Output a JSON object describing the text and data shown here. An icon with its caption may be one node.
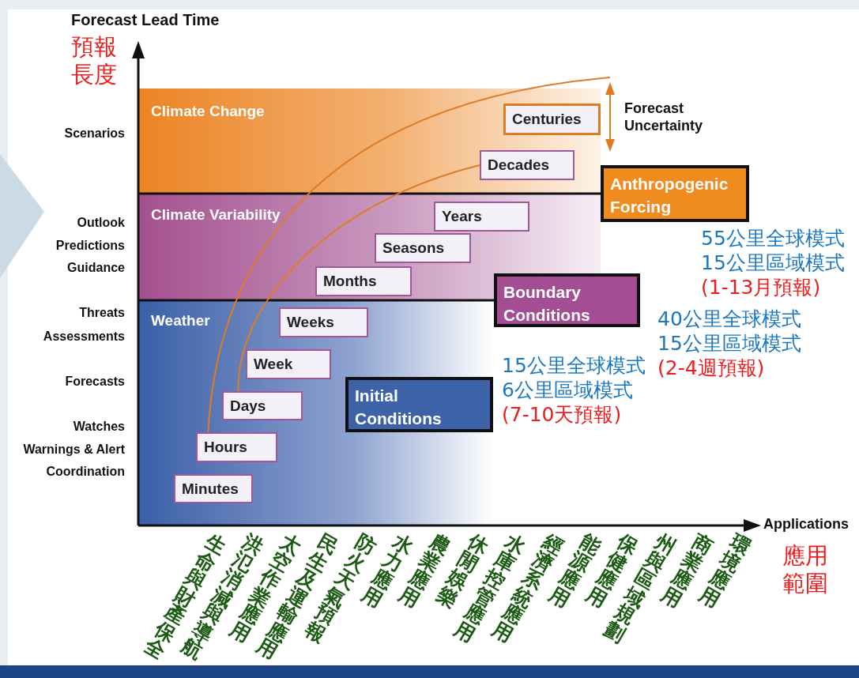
{
  "diagram": {
    "nodes": [
      {
        "text": [
          "Climate Change"
        ]
      },
      {
        "text": [
          "Climate Variability"
        ]
      },
      {
        "text": [
          "Weather"
        ]
      },
      {
        "text": [
          "Minutes"
        ],
        "in": 2
      },
      {
        "text": [
          "Hours"
        ],
        "in": 2
      },
      {
        "text": [
          "Days"
        ],
        "in": 2
      },
      {
        "text": [
          "Week"
        ],
        "in": 2
      },
      {
        "text": [
          "Weeks"
        ],
        "in": 2
      },
      {
        "text": [
          "Months"
        ],
        "in": 1
      },
      {
        "text": [
          "Seasons"
        ],
        "in": 1
      },
      {
        "text": [
          "Years"
        ],
        "in": 1
      },
      {
        "text": [
          "Decades"
        ],
        "in": 0
      },
      {
        "text": [
          "Centuries"
        ],
        "in": 0
      },
      {
        "text": [
          "Anthropogenic Forcing"
        ]
      },
      {
        "text": [
          "Boundary Conditions"
        ]
      },
      {
        "text": [
          "Initial Conditions"
        ],
        "in": 2
      }
    ],
    "edges": [
      {
        "from": 0,
        "to": 13,
        "arrow": "none"
      },
      {
        "from": 1,
        "to": 14,
        "arrow": "none"
      },
      {
        "from": 4,
        "to": null,
        "arrow": "none",
        "color": "#e07b24"
      },
      {
        "from": 5,
        "to": 11,
        "arrow": "none",
        "color": "#e07b24"
      }
    ],
    "labels": [
      "Forecast Lead Time",
      "預報長度",
      "Forecast Uncertainty",
      "Scenarios",
      "Outlook",
      "Predictions",
      "Guidance",
      "55公里全球模式",
      "15公里區域模式",
      "(1-13月預報)",
      "Threats",
      "Assessments",
      "40公里全球模式",
      "15公里區域模式",
      "15公里全球模式",
      "(2-4週預報)",
      "6公里區域模式",
      "(7-10天預報)",
      "Forecasts",
      "Watches",
      "Warnings & Alert",
      "Coordination",
      "Applications",
      "應用範圍",
      "生命與財產保全",
      "洪氾消減與導航",
      "太空作業應用",
      "民生及運輸應用",
      "防火天氣預報",
      "水力應用",
      "農業應用",
      "休閒娛樂",
      "水庫控管應用",
      "經濟系統應用",
      "能源應用",
      "保健應用",
      "州與區域規劃",
      "商業應用",
      "環境應用"
    ]
  }
}
